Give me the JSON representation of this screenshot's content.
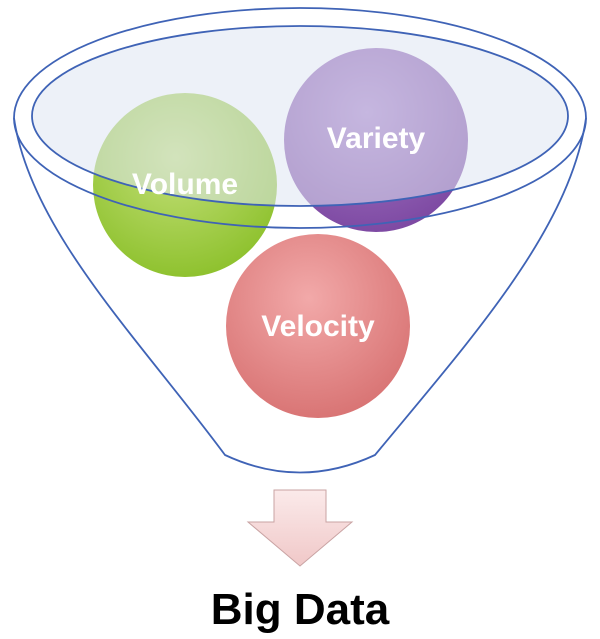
{
  "funnel": {
    "stroke_color": "#3f63b6",
    "rim_fill": "#dfe6f2"
  },
  "circles": [
    {
      "label": "Volume",
      "color": "#8fc22f",
      "highlight": "#c4e07a"
    },
    {
      "label": "Variety",
      "color": "#7e4aa3",
      "highlight": "#a87ec9"
    },
    {
      "label": "Velocity",
      "color": "#d97575",
      "highlight": "#f2a9a9"
    }
  ],
  "arrow": {
    "icon": "down-arrow-icon",
    "color": "#f0c8c8"
  },
  "output": {
    "label": "Big Data"
  }
}
